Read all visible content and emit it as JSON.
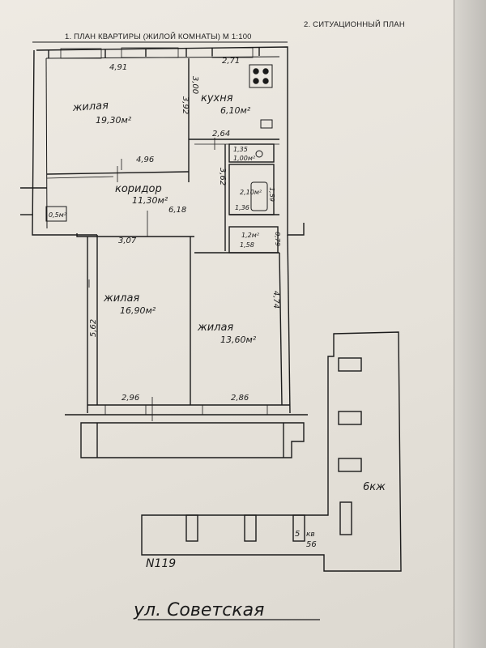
{
  "headers": {
    "plan_title": "1. ПЛАН КВАРТИРЫ (ЖИЛОЙ КОМНАТЫ) М 1:100",
    "situation_title": "2. СИТУАЦИОННЫЙ ПЛАН"
  },
  "rooms": {
    "living1": {
      "name": "жилая",
      "area": "19,30м²",
      "dim_top": "4,91",
      "dim_bottom": "4,96",
      "dim_side": "3,92"
    },
    "kitchen": {
      "name": "кухня",
      "area": "6,10м²",
      "dim_top": "2,71",
      "dim_side": "3,00",
      "dim_bottom": "2,64"
    },
    "bath1": {
      "area": "1,00м²",
      "dim": "1,35"
    },
    "bath2": {
      "area": "2,10м²",
      "dim_side": "1,59",
      "dim_bottom": "1,36"
    },
    "corridor": {
      "name": "коридор",
      "area": "11,30м²",
      "dim_side": "3,62",
      "dim_bottom": "6,18"
    },
    "closet": {
      "area": "0,5м²"
    },
    "storage": {
      "area": "1,2м²",
      "dim_bottom": "1,58",
      "dim_side": "0,79"
    },
    "living2": {
      "name": "жилая",
      "area": "16,90м²",
      "dim_top": "3,07",
      "dim_side": "5,62",
      "dim_bottom": "2,96"
    },
    "living3": {
      "name": "жилая",
      "area": "13,60м²",
      "dim_side": "4,74",
      "dim_bottom": "2,86"
    }
  },
  "situation": {
    "building_label": "6кж",
    "entrance_floor": "5",
    "entrance_apt_label": "кв",
    "entrance_apt": "56",
    "house_number": "N119",
    "street": "ул. Советская"
  }
}
